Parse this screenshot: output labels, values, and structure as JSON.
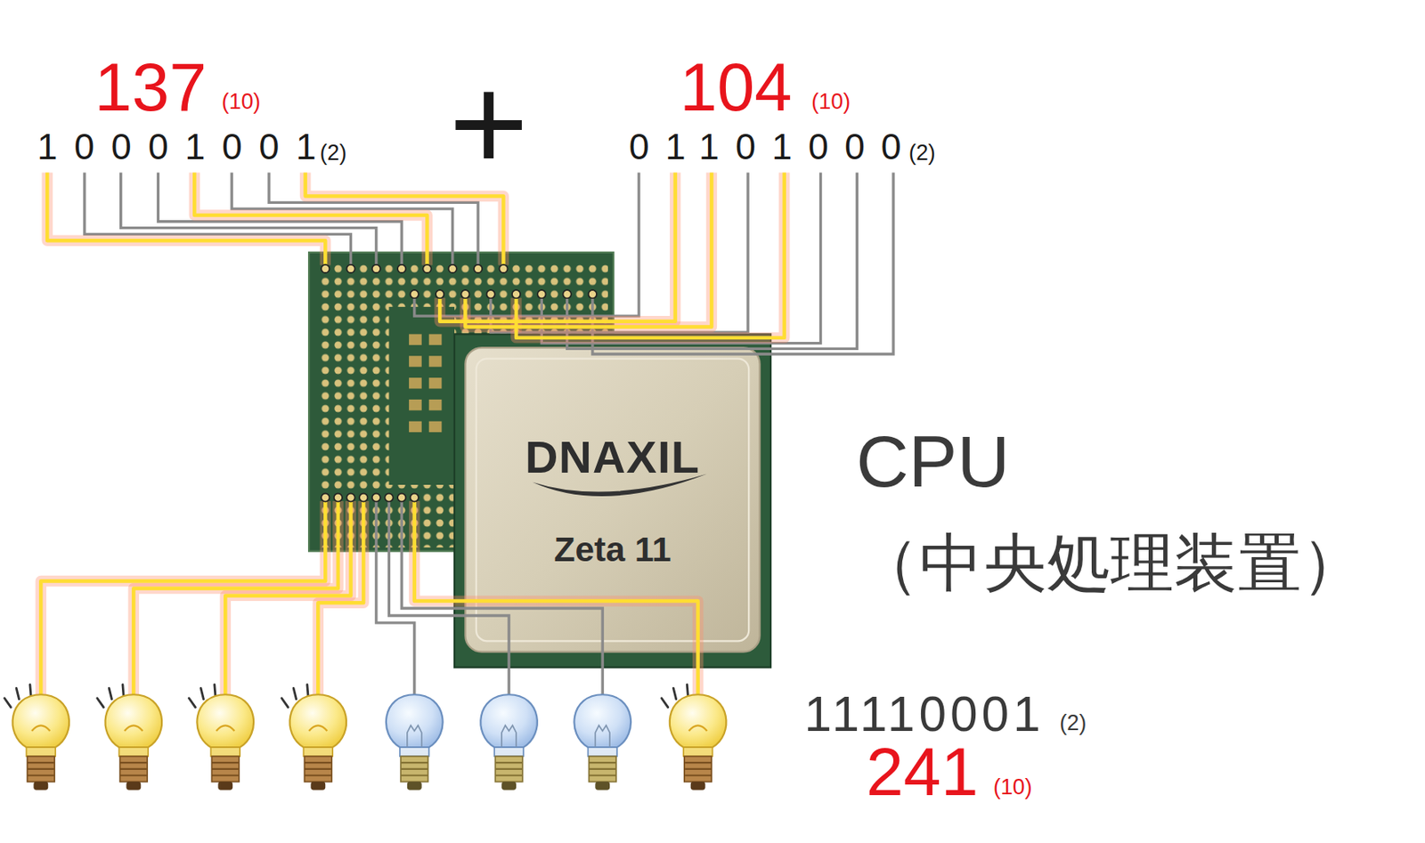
{
  "diagram": {
    "nodes": [
      {
        "text": [
          "DNAXIL",
          "Zeta 11"
        ]
      }
    ],
    "labels": [
      "137",
      "(10)",
      "10001001",
      "(2)",
      "+",
      "104",
      "(10)",
      "01101000",
      "(2)",
      "CPU",
      "（中央処理装置）",
      "11110001",
      "(2)",
      "241",
      "(10)"
    ]
  }
}
